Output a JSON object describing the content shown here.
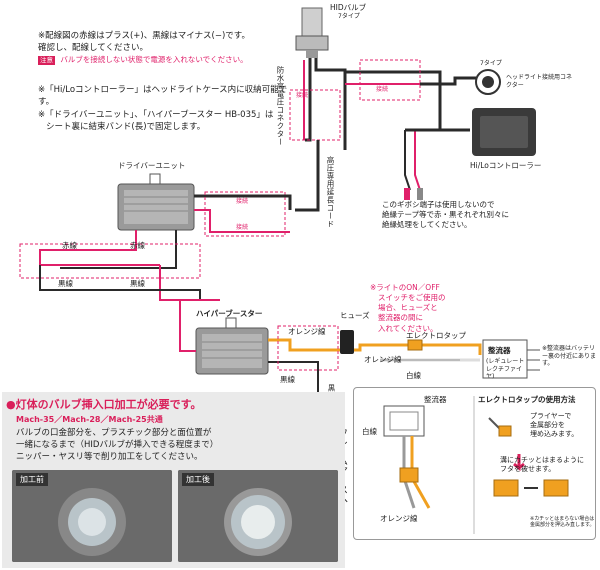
{
  "top_notes": {
    "line1": "※配線図の赤線はプラス(+)、黒線はマイナス(−)です。",
    "line2": "確認し、配線してください。",
    "warn_badge": "注意",
    "warn_text": "バルブを接続しない状態で電源を入れないでください。",
    "note2": "※「Hi/Loコントローラー」はヘッドライトケース内に収納可能です。",
    "note3a": "※「ドライバーユニット」、「ハイパーブースター HB-035」は",
    "note3b": "シート裏に結束バンド(長)で固定します。"
  },
  "labels": {
    "hid_bulb": "HIDバルブ",
    "type7_top": "7タイプ",
    "waterproof_connector": "防水高電圧コネクター",
    "ext_cord": "高圧専用延長コード",
    "connect": "接続",
    "headlight_socket": "ヘッドライト接続用コネクター",
    "type7_side": "7タイプ",
    "hilo_controller": "Hi/Loコントローラー",
    "gibosi_note1": "このギボシ端子は使用しないので",
    "gibosi_note2": "絶縁テープ等で赤・黒それぞれ別々に",
    "gibosi_note3": "絶縁処理をしてください。",
    "driver_unit": "ドライバーユニット",
    "red_wire": "赤線",
    "black_wire": "黒線",
    "hyper_booster": "ハイパーブースター",
    "orange_wire": "オレンジ線",
    "fuse": "ヒューズ",
    "elec_tap": "エレクトロタップ",
    "white_wire": "白線",
    "rectifier": "整流器",
    "rectifier_sub": "(レギュレートレクチファイヤ)",
    "rectifier_note": "※整流器はバッテリー裏の付近にあります。",
    "frame_earth": "フレームアースへ",
    "light_switch_note1": "※ライトのON／OFF",
    "light_switch_note2": "スイッチをご使用の",
    "light_switch_note3": "場合、ヒューズと",
    "light_switch_note4": "整流器の間に",
    "light_switch_note5": "入れてください。"
  },
  "inset": {
    "title": "エレクトロタップの使用方法",
    "rectifier": "整流器",
    "white_wire": "白線",
    "orange_wire": "オレンジ線",
    "step1a": "プライヤーで",
    "step1b": "金属部分を",
    "step1c": "埋め込みます。",
    "step2a": "溝にカチッとはまるように",
    "step2b": "フタを被せます。",
    "footnote1": "※カチッとはまらない場合は",
    "footnote2": "金属部分を押込み直します。"
  },
  "bottom": {
    "heading": "●灯体のバルブ挿入口加工が必要です。",
    "models": "Mach-35／Mach-28／Mach-25共通",
    "body1": "バルブの口金部分を、プラスチック部分と面位置が",
    "body2": "一緒になるまで（HIDバルブが挿入できる程度まで）",
    "body3": "ニッパー・ヤスリ等で削り加工をしてください。",
    "before": "加工前",
    "after": "加工後"
  },
  "colors": {
    "red_wire": "#e0206a",
    "black_wire": "#2a2a2a",
    "orange_wire": "#f0a020",
    "accent": "#d91f5a"
  }
}
